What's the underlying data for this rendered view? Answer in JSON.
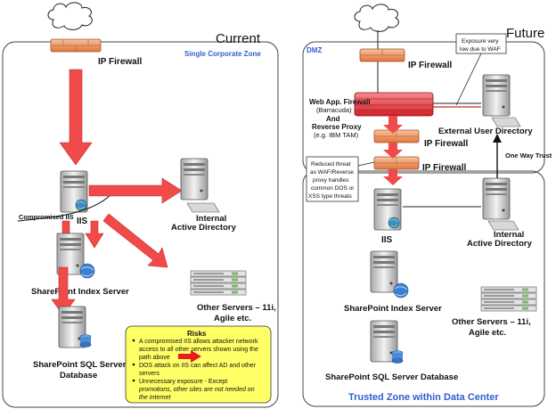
{
  "panels": {
    "current": {
      "heading": "Current",
      "zone_label": "Single Corporate Zone",
      "firewall": "IP Firewall",
      "compromised": "Compromised IIS",
      "iis": "IIS",
      "ad": [
        "Internal",
        "Active Directory"
      ],
      "index": "SharePoint Index Server",
      "sql": [
        "SharePoint SQL Server",
        "Database"
      ],
      "other": [
        "Other Servers – 11i,",
        "Agile etc."
      ],
      "risks": {
        "title": "Risks",
        "items": [
          [
            "A compromised IIS allows attacker network",
            "access to all other servers shown using the",
            "path above"
          ],
          [
            "DOS attack on IIS can affect AD and other",
            "servers"
          ],
          [
            "Unnecessary exposure - Except",
            "promotions, other sites are not needed on",
            "the Internet"
          ]
        ]
      }
    },
    "future": {
      "heading": "Future",
      "dmz": "DMZ",
      "firewall_top": "IP Firewall",
      "waf": [
        "Web App. Firewall",
        "(Barracuda)",
        "And",
        "Reverse Proxy",
        "(e.g. IBM TAM)"
      ],
      "exposure_note": [
        "Exposure very",
        "low due to WAF"
      ],
      "external_ud": "External User Directory",
      "firewall_mid": "IP Firewall",
      "firewall_low": "IP Firewall",
      "threat_note": [
        "Reduced threat",
        "as WAF/Reverse",
        "proxy handles",
        "common DOS or",
        "XSS type threats"
      ],
      "one_way": "One Way Trust",
      "iis": "IIS",
      "ad": [
        "Internal",
        "Active Directory"
      ],
      "index": "SharePoint Index Server",
      "other": [
        "Other Servers – 11i,",
        "Agile etc."
      ],
      "sql": "SharePoint SQL Server Database",
      "zone_label": "Trusted Zone within Data Center"
    }
  },
  "colors": {
    "arrow_fill": "#f04a4a",
    "firewall": "#f2935a",
    "waf": "#e8333a",
    "risk_box": "#ffff66",
    "zone_blue": "#2f5fd0"
  }
}
